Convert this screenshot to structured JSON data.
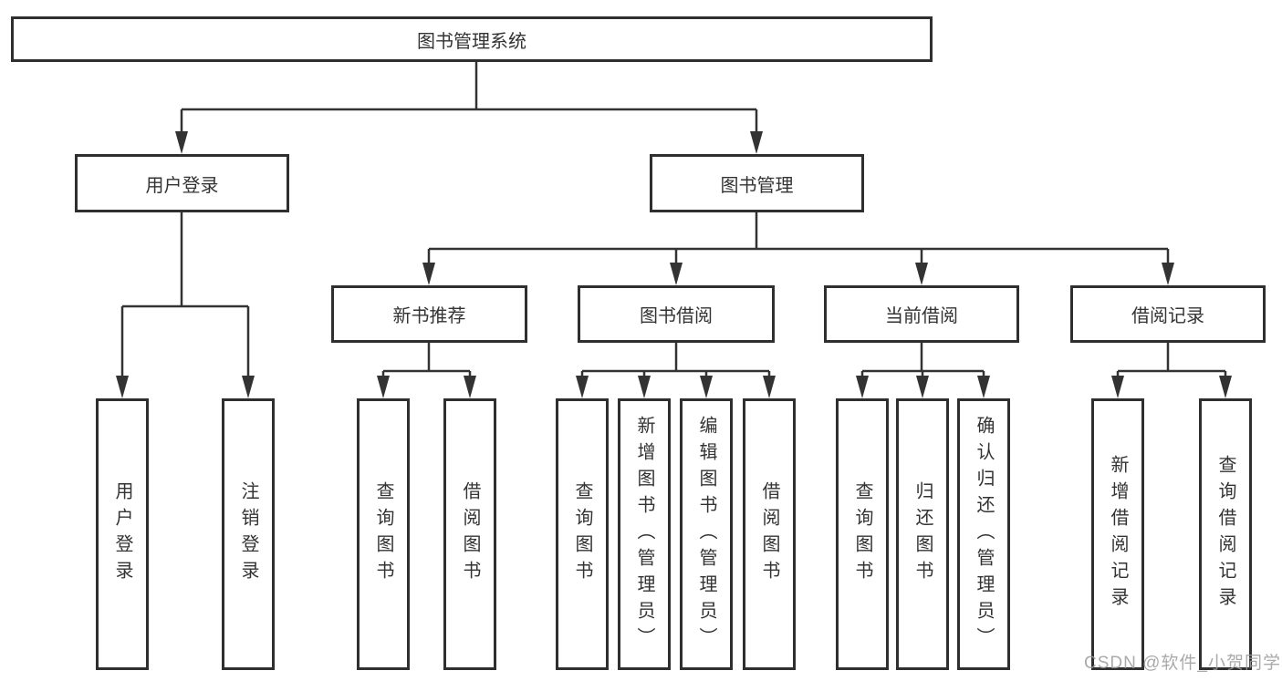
{
  "colors": {
    "background": "#ffffff",
    "line": "#333333",
    "box_border": "#2f2f2f",
    "text": "#333333",
    "watermark": "#9b9b9b"
  },
  "diagram": {
    "title": "图书管理系统",
    "level2": [
      {
        "label": "用户登录"
      },
      {
        "label": "图书管理"
      }
    ],
    "level3": [
      {
        "label": "新书推荐"
      },
      {
        "label": "图书借阅"
      },
      {
        "label": "当前借阅"
      },
      {
        "label": "借阅记录"
      }
    ],
    "leaves": {
      "user_login": [
        {
          "label": "用户登录"
        },
        {
          "label": "注销登录"
        }
      ],
      "new_book": [
        {
          "label": "查询图书"
        },
        {
          "label": "借阅图书"
        }
      ],
      "book_borrow": [
        {
          "label": "查询图书"
        },
        {
          "label": "新增图书（管理员）"
        },
        {
          "label": "编辑图书（管理员）"
        },
        {
          "label": "借阅图书"
        }
      ],
      "current_borrow": [
        {
          "label": "查询图书"
        },
        {
          "label": "归还图书"
        },
        {
          "label": "确认归还（管理员）"
        }
      ],
      "borrow_record": [
        {
          "label": "新增借阅记录"
        },
        {
          "label": "查询借阅记录"
        }
      ]
    }
  },
  "watermark": {
    "text": "CSDN @软件_小贺同学"
  }
}
